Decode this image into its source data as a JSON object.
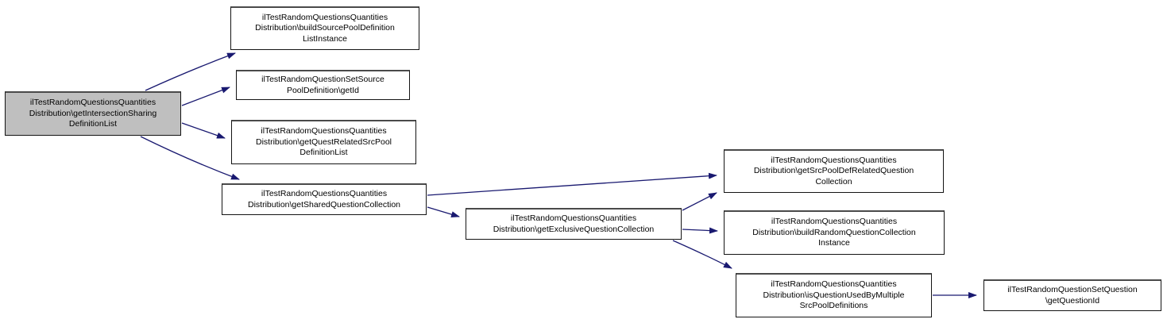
{
  "diagram": {
    "kind": "call-graph",
    "background_color": "#ffffff",
    "edge_color": "#191970",
    "node_fill": "#ffffff",
    "node_border_color": "#000000",
    "highlighted_node_fill": "#bfbfbf"
  },
  "nodes": {
    "getIntersectionSharingDefinitionList": {
      "label": "ilTestRandomQuestionsQuantities\nDistribution\\getIntersectionSharing\nDefinitionList",
      "highlighted": true
    },
    "buildSourcePoolDefinitionListInstance": {
      "label": "ilTestRandomQuestionsQuantities\nDistribution\\buildSourcePoolDefinition\nListInstance"
    },
    "getId": {
      "label": "ilTestRandomQuestionSetSource\nPoolDefinition\\getId"
    },
    "getQuestRelatedSrcPoolDefinitionList": {
      "label": "ilTestRandomQuestionsQuantities\nDistribution\\getQuestRelatedSrcPool\nDefinitionList"
    },
    "getSharedQuestionCollection": {
      "label": "ilTestRandomQuestionsQuantities\nDistribution\\getSharedQuestionCollection"
    },
    "getExclusiveQuestionCollection": {
      "label": "ilTestRandomQuestionsQuantities\nDistribution\\getExclusiveQuestionCollection"
    },
    "getSrcPoolDefRelatedQuestionCollection": {
      "label": "ilTestRandomQuestionsQuantities\nDistribution\\getSrcPoolDefRelatedQuestion\nCollection"
    },
    "buildRandomQuestionCollectionInstance": {
      "label": "ilTestRandomQuestionsQuantities\nDistribution\\buildRandomQuestionCollection\nInstance"
    },
    "isQuestionUsedByMultipleSrcPoolDefinitions": {
      "label": "ilTestRandomQuestionsQuantities\nDistribution\\isQuestionUsedByMultiple\nSrcPoolDefinitions"
    },
    "getQuestionId": {
      "label": "ilTestRandomQuestionSetQuestion\n\\getQuestionId"
    }
  },
  "edges": [
    {
      "from": "getIntersectionSharingDefinitionList",
      "to": "buildSourcePoolDefinitionListInstance"
    },
    {
      "from": "getIntersectionSharingDefinitionList",
      "to": "getId"
    },
    {
      "from": "getIntersectionSharingDefinitionList",
      "to": "getQuestRelatedSrcPoolDefinitionList"
    },
    {
      "from": "getIntersectionSharingDefinitionList",
      "to": "getSharedQuestionCollection"
    },
    {
      "from": "getSharedQuestionCollection",
      "to": "getSrcPoolDefRelatedQuestionCollection"
    },
    {
      "from": "getSharedQuestionCollection",
      "to": "getExclusiveQuestionCollection"
    },
    {
      "from": "getExclusiveQuestionCollection",
      "to": "getSrcPoolDefRelatedQuestionCollection"
    },
    {
      "from": "getExclusiveQuestionCollection",
      "to": "buildRandomQuestionCollectionInstance"
    },
    {
      "from": "getExclusiveQuestionCollection",
      "to": "isQuestionUsedByMultipleSrcPoolDefinitions"
    },
    {
      "from": "isQuestionUsedByMultipleSrcPoolDefinitions",
      "to": "getQuestionId"
    }
  ]
}
